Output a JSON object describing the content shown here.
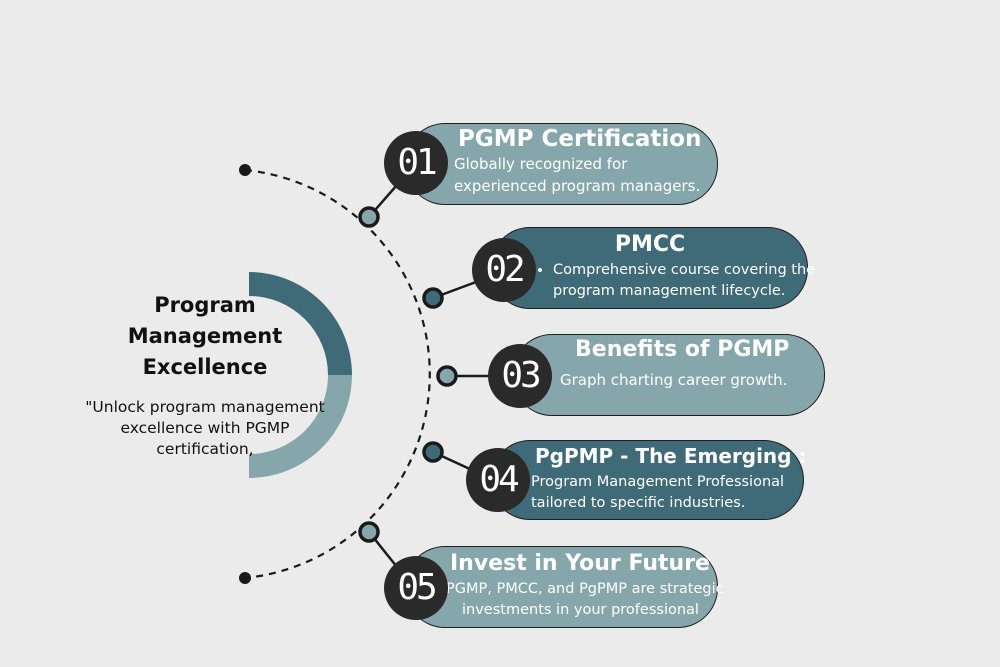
{
  "center": {
    "title_lines": [
      "Program",
      "Management",
      "Excellence"
    ],
    "subtitle_lines": [
      "\"Unlock program management",
      "excellence with PGMP",
      "certification,"
    ]
  },
  "steps": [
    {
      "number": "01",
      "title": "PGMP Certification",
      "lines": [
        "Globally recognized for",
        "experienced program managers."
      ],
      "bullet": false,
      "color": "#85a7ab"
    },
    {
      "number": "02",
      "title": "PMCC",
      "lines": [
        "Comprehensive course covering the",
        "program management lifecycle."
      ],
      "bullet": true,
      "color": "#3f6b78"
    },
    {
      "number": "03",
      "title": "Benefits of PGMP",
      "lines": [
        "Graph charting career growth."
      ],
      "bullet": false,
      "color": "#85a7ab"
    },
    {
      "number": "04",
      "title": "PgPMP - The Emerging :",
      "lines": [
        "Program Management Professional",
        "tailored to specific industries."
      ],
      "bullet": false,
      "color": "#3f6b78"
    },
    {
      "number": "05",
      "title": "Invest in Your Future",
      "lines": [
        "PGMP, PMCC, and PgPMP are strategic",
        "investments in your professional"
      ],
      "bullet": false,
      "color": "#85a7ab"
    }
  ],
  "colors": {
    "background": "#ebebeb",
    "teal_dark": "#3f6b78",
    "teal_light": "#85a7ab",
    "badge": "#2a2a2a"
  }
}
